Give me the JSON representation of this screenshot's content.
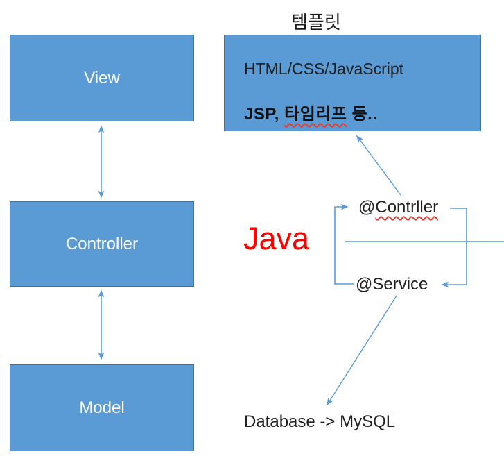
{
  "diagram": {
    "template_title": "템플릿",
    "boxes": {
      "view": "View",
      "controller": "Controller",
      "model": "Model"
    },
    "template_box": {
      "line1": "HTML/CSS/JavaScript",
      "line2_prefix": "JSP, ",
      "line2_underlined": "타임리프",
      "line2_suffix": " 등.."
    },
    "java_label": "Java",
    "annotations": {
      "controller_prefix": "@",
      "controller_underlined": "Contrller",
      "service": "@Service"
    },
    "database_label": "Database -> MySQL",
    "colors": {
      "box_fill": "#5B9BD5",
      "box_border": "#41719C",
      "connector_blue": "#5B9BD5",
      "java_red": "#FF0000",
      "dark_text": "#1F1F1F",
      "box_label_text": "#FFFFFF",
      "spellcheck_squiggle": "#E03C31"
    }
  }
}
